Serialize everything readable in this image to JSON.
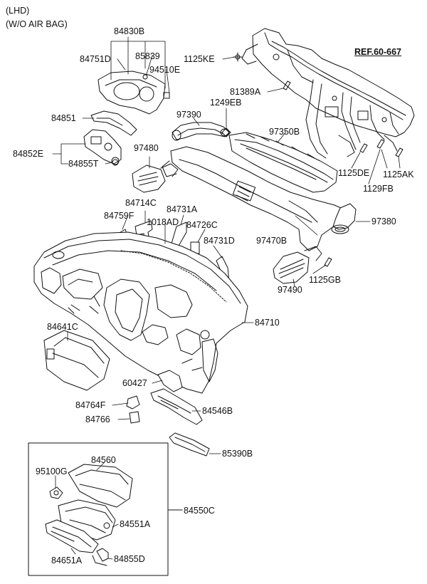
{
  "header": {
    "line1": "(LHD)",
    "line2": "(W/O AIR BAG)"
  },
  "reference": "REF.60-667",
  "parts": {
    "p84830B": "84830B",
    "p84751D": "84751D",
    "p85839": "85839",
    "p94510E": "94510E",
    "p1125KE": "1125KE",
    "p81389A": "81389A",
    "p1249EB": "1249EB",
    "p97390": "97390",
    "p97350B": "97350B",
    "p84851": "84851",
    "p84852E": "84852E",
    "p84855T": "84855T",
    "p97480": "97480",
    "p1125DE": "1125DE",
    "p1125AK": "1125AK",
    "p1129FB": "1129FB",
    "p84714C": "84714C",
    "p84759F": "84759F",
    "p84731A": "84731A",
    "p1018AD": "1018AD",
    "p84726C": "84726C",
    "p84731D": "84731D",
    "p97470B": "97470B",
    "p97380": "97380",
    "p1125GB": "1125GB",
    "p97490": "97490",
    "p84641C": "84641C",
    "p84710": "84710",
    "p60427": "60427",
    "p84764F": "84764F",
    "p84546B": "84546B",
    "p84766": "84766",
    "p85390B": "85390B",
    "p84560": "84560",
    "p95100G": "95100G",
    "p84550C": "84550C",
    "p84551A": "84551A",
    "p84651A": "84651A",
    "p84855D": "84855D"
  }
}
